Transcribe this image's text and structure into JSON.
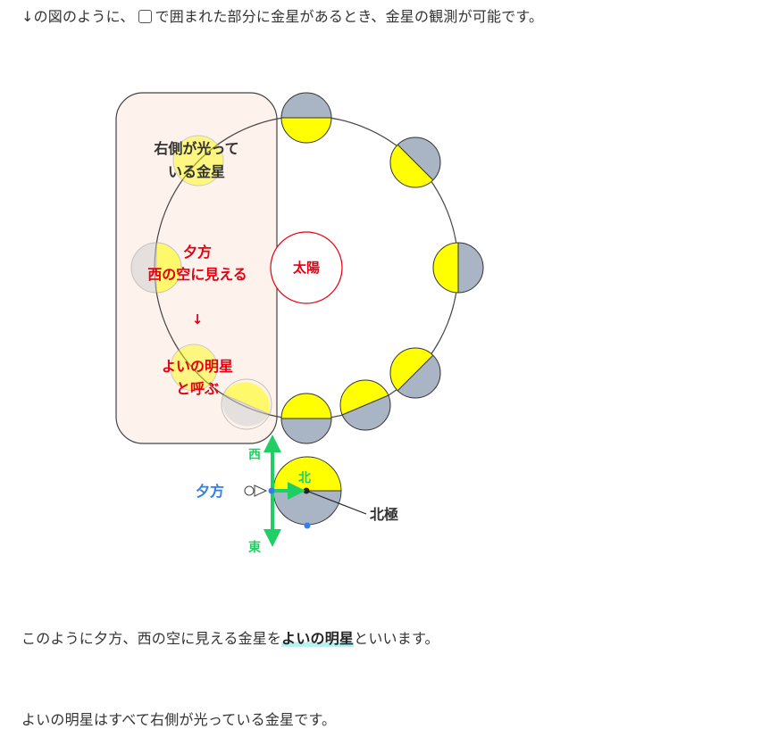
{
  "colors": {
    "lit": "#ffff00",
    "dark": "#a9b4c5",
    "sun": "#e60012",
    "red_text": "#e60012",
    "direction_green": "#1fcf63",
    "evening_blue": "#2f80ed",
    "box_fill": "#fdf2ec"
  },
  "text": {
    "intro_prefix": "↓の図のように、",
    "intro_suffix": "で囲まれた部分に金星があるとき、金星の観測が可能です。",
    "explain_prefix": "このように夕方、西の空に見える金星を",
    "explain_highlight": "よいの明星",
    "explain_suffix": "といいます。",
    "summary": "よいの明星はすべて右側が光っている金星です。"
  },
  "diagram": {
    "sun_label": "太陽",
    "right_lit_line1": "右側が光って",
    "right_lit_line2": "いる金星",
    "evening_west_line1": "夕方",
    "evening_west_line2": "西の空に見える",
    "arrow_down": "↓",
    "yoi_line1": "よいの明星",
    "yoi_line2": "と呼ぶ",
    "earth_north_label": "北",
    "north_pole_label": "北極",
    "evening_label": "夕方",
    "west_label": "西",
    "east_label": "東"
  }
}
